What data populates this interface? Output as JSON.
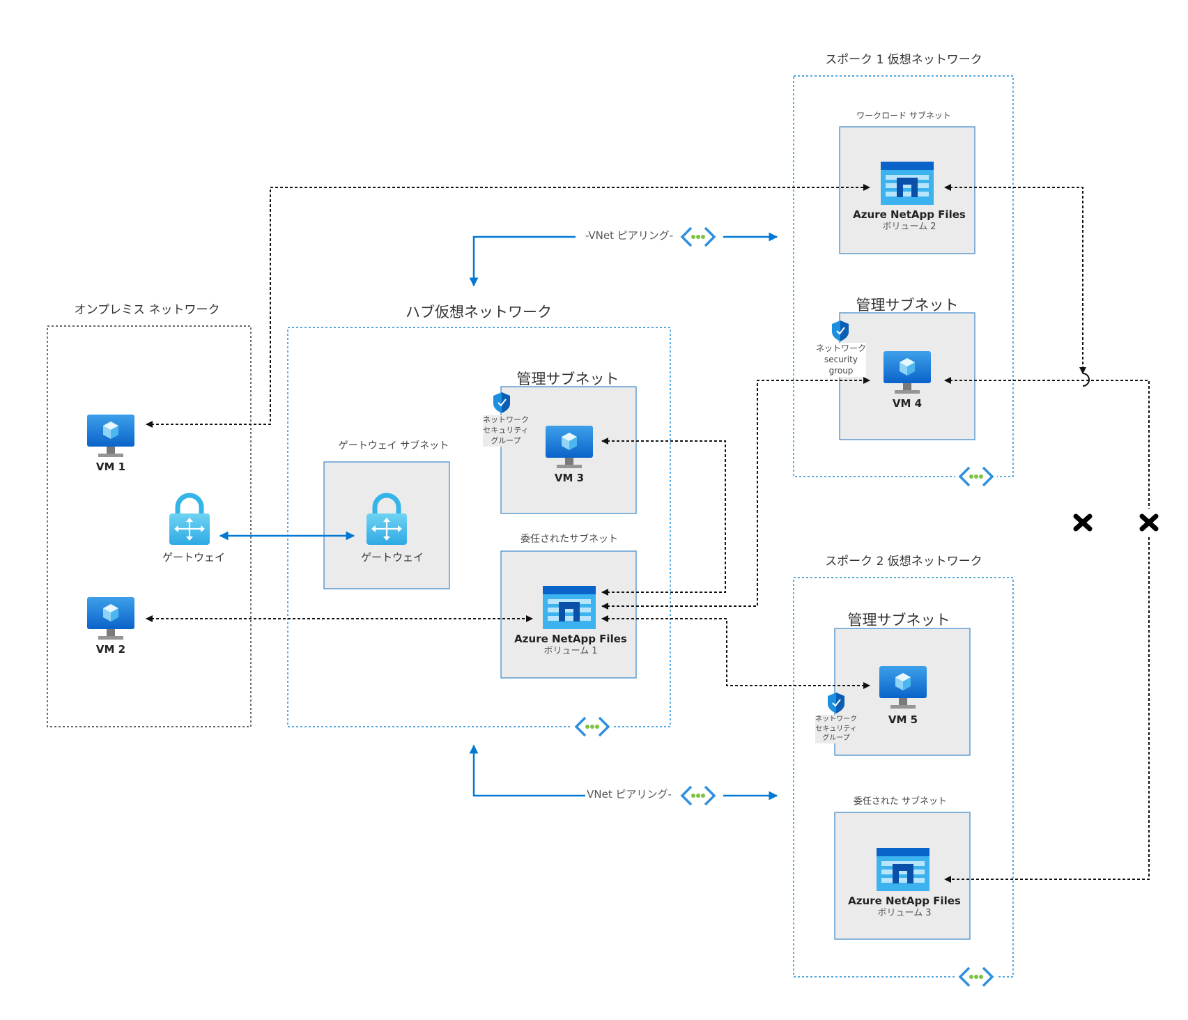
{
  "networks": {
    "onprem": {
      "title": "オンプレミス ネットワーク"
    },
    "hub": {
      "title": "ハブ仮想ネットワーク"
    },
    "spoke1": {
      "title": "スポーク 1 仮想ネットワーク"
    },
    "spoke2": {
      "title": "スポーク 2 仮想ネットワーク"
    }
  },
  "subnets": {
    "hub_gateway": "ゲートウェイ サブネット",
    "hub_mgmt": "管理サブネット",
    "hub_delegated": "委任されたサブネット",
    "spoke1_workload": "ワークロード サブネット",
    "spoke1_mgmt": "管理サブネット",
    "spoke2_mgmt": "管理サブネット",
    "spoke2_delegated": "委任された サブネット"
  },
  "nodes": {
    "vm1": "VM 1",
    "vm2": "VM 2",
    "vm3": "VM 3",
    "vm4": "VM 4",
    "vm5": "VM 5",
    "gateway_onprem": "ゲートウェイ",
    "gateway_hub": "ゲートウェイ",
    "anf1": {
      "name": "Azure NetApp Files",
      "volume": "ボリューム 1"
    },
    "anf2": {
      "name": "Azure NetApp Files",
      "volume": "ボリューム 2"
    },
    "anf3": {
      "name": "Azure NetApp Files",
      "volume": "ボリューム 3"
    }
  },
  "nsg": {
    "hub": [
      "ネットワーク",
      "セキュリティ",
      "グループ"
    ],
    "spoke1": [
      "ネットワーク",
      "security",
      "group"
    ],
    "spoke2": [
      "ネットワーク",
      "セキュリティ",
      "グループ"
    ]
  },
  "peering": {
    "spoke1_label": "-VNet ピアリング-",
    "spoke2_label": "VNet ピアリング-"
  },
  "colors": {
    "azure_blue": "#0078d4",
    "dotted_border": "#1a8ad6",
    "subnet_fill": "#ebebeb",
    "peering_green": "#7dc242"
  },
  "icons": {
    "vm": "virtual-machine-icon",
    "gateway": "vpn-gateway-icon",
    "anf": "netapp-files-icon",
    "nsg": "network-security-group-icon",
    "peering": "vnet-peering-icon",
    "blocked": "blocked-x-icon"
  }
}
